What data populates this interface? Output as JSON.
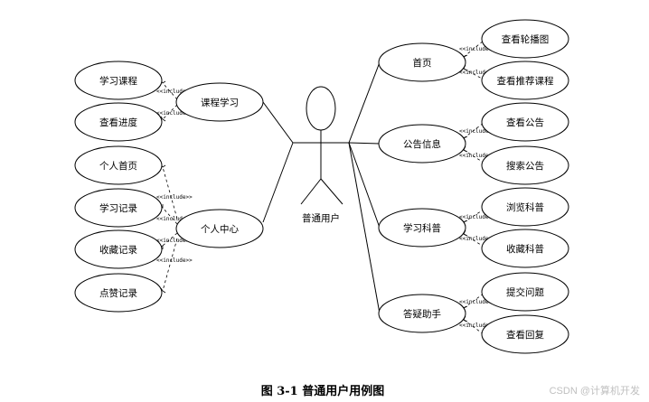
{
  "actor": {
    "label": "普通用户"
  },
  "center_usecases": {
    "course_study": "课程学习",
    "personal_center": "个人中心",
    "home": "首页",
    "announcement": "公告信息",
    "science": "学习科普",
    "qa_helper": "答疑助手"
  },
  "included_usecases": {
    "study_course": "学习课程",
    "view_progress": "查看进度",
    "personal_home": "个人首页",
    "study_records": "学习记录",
    "favorites": "收藏记录",
    "likes": "点赞记录",
    "view_carousel": "查看轮播图",
    "view_recommend": "查看推荐课程",
    "view_notice": "查看公告",
    "search_notice": "搜索公告",
    "browse_science": "浏览科普",
    "fav_science": "收藏科普",
    "submit_question": "提交问题",
    "view_reply": "查看回复"
  },
  "relation_label": "<<include>>",
  "caption": "图 3-1  普通用户用例图",
  "watermark": "CSDN @计算机开发"
}
